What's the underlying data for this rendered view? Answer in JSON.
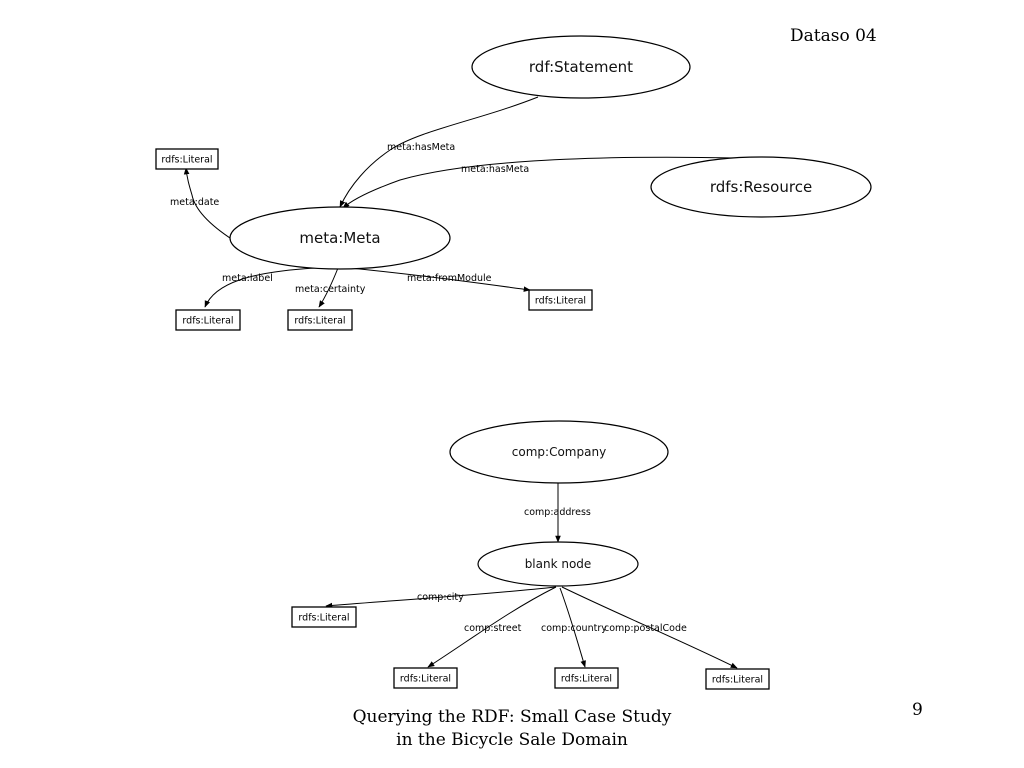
{
  "slide": {
    "header_code": "Dataso 04",
    "page_number": "9",
    "caption_line1": "Querying the RDF: Small Case Study",
    "caption_line2": "in the Bicycle Sale Domain"
  },
  "diagram_meta": {
    "nodes": {
      "statement": "rdf:Statement",
      "resource": "rdfs:Resource",
      "meta": "meta:Meta",
      "literal_date": "rdfs:Literal",
      "literal_label": "rdfs:Literal",
      "literal_certainty": "rdfs:Literal",
      "literal_module": "rdfs:Literal"
    },
    "edges": {
      "hasmeta_statement": "meta:hasMeta",
      "hasmeta_resource": "meta:hasMeta",
      "date": "meta:date",
      "label": "meta:label",
      "certainty": "meta:certainty",
      "from_module": "meta:fromModule"
    }
  },
  "diagram_company": {
    "nodes": {
      "company": "comp:Company",
      "blank": "blank node",
      "literal_city": "rdfs:Literal",
      "literal_street": "rdfs:Literal",
      "literal_country": "rdfs:Literal",
      "literal_postal": "rdfs:Literal"
    },
    "edges": {
      "address": "comp:address",
      "city": "comp:city",
      "street": "comp:street",
      "country": "comp:country",
      "postal_code": "comp:postalCode"
    }
  }
}
